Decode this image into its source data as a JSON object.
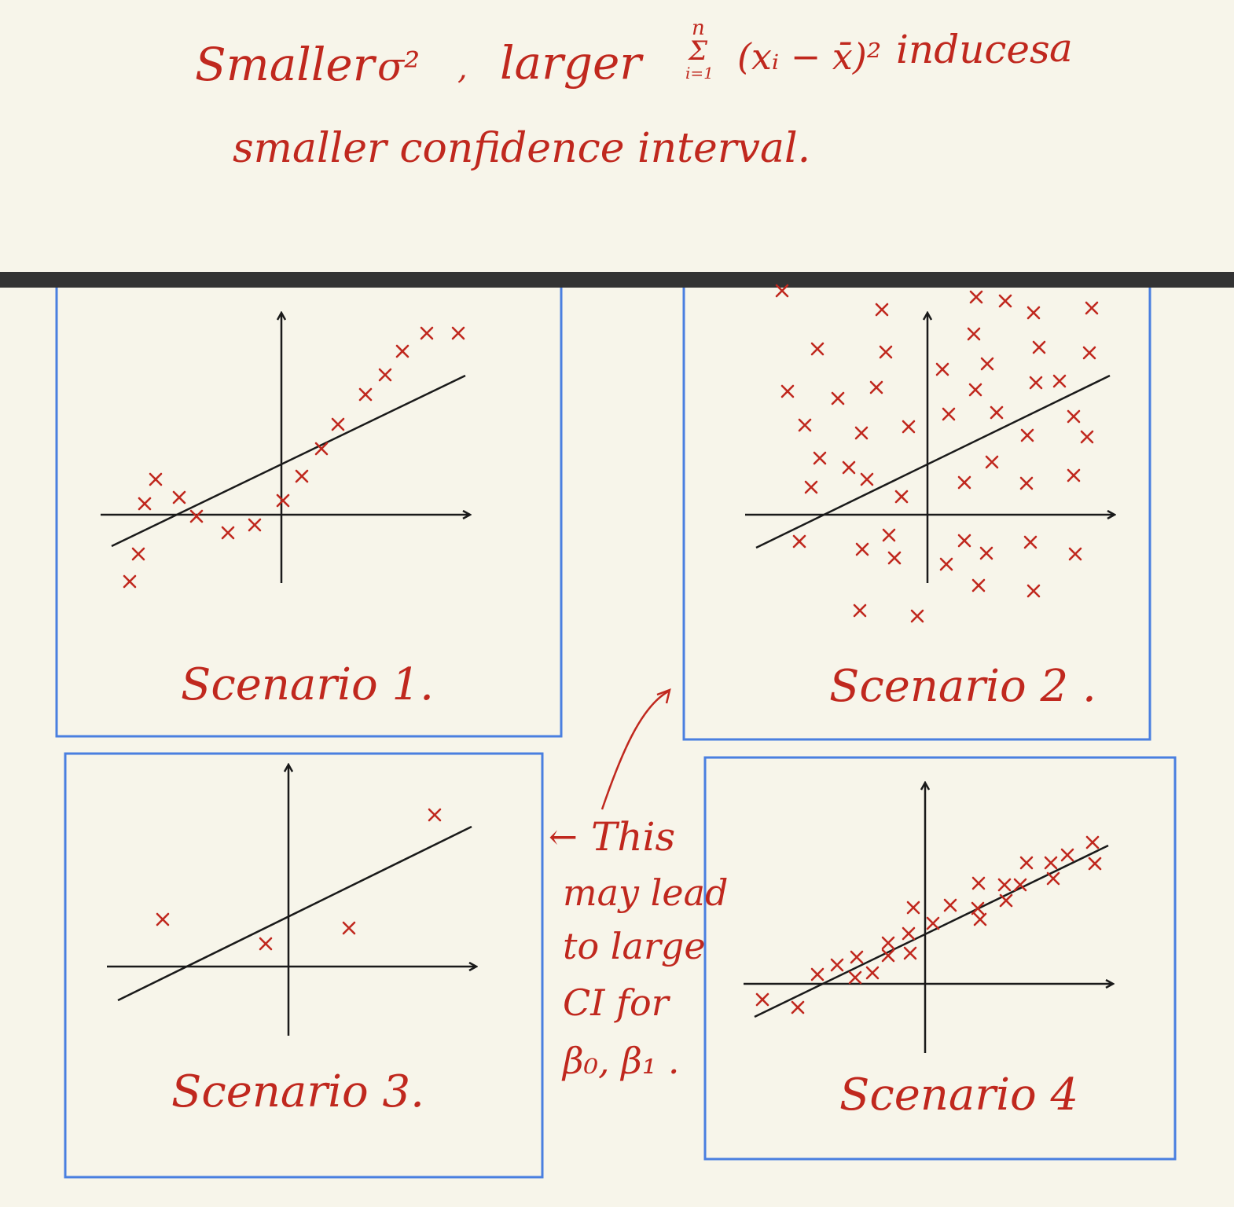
{
  "header": {
    "line1_words": [
      "Smaller",
      "σ²",
      ",",
      "larger",
      "(xᵢ − x̄)²",
      "induces",
      "a"
    ],
    "sum_upper": "n",
    "sum_symbol": "Σ",
    "sum_lower": "i=1",
    "line2": "smaller confidence interval."
  },
  "scenarios": [
    {
      "label": "Scenario 1."
    },
    {
      "label": "Scenario 2 ."
    },
    {
      "label": "Scenario 3."
    },
    {
      "label": "Scenario 4"
    }
  ],
  "annotation": {
    "arrow_left": "←",
    "lines": [
      "This",
      "may lead",
      "to large",
      "CI for",
      "β₀, β₁ ."
    ]
  },
  "colors": {
    "background": "#f7f5ea",
    "ink_red": "#c0281e",
    "ink_black": "#1a1a1a",
    "frame_blue": "#4a7fe0",
    "divider": "#333333"
  }
}
